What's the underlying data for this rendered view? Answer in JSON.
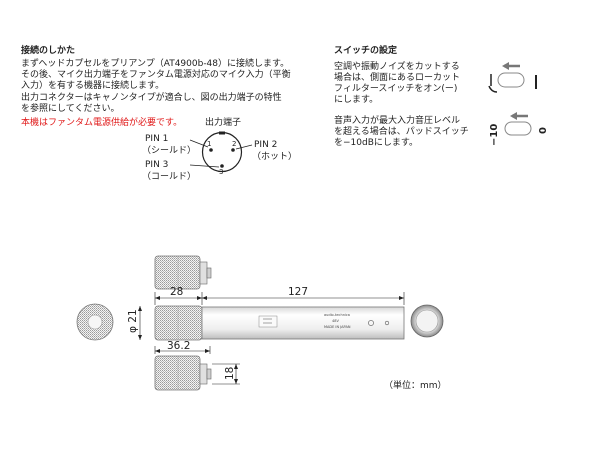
{
  "connection": {
    "heading": "接続のしかた",
    "lines": [
      "まずヘッドカプセルをプリアンプ（AT4900b-48）に接続します。",
      "その後、マイク出力端子をファンタム電源対応のマイク入力（平衡",
      "入力）を有する機器に接続します。",
      "出力コネクターはキャノンタイプが適合し、図の出力端子の特性",
      "を参照にしてください。"
    ],
    "warning": "本機はファンタム電源供給が必要です。",
    "output_label": "出力端子",
    "pin1": "PIN 1",
    "pin1_desc": "（シールド）",
    "pin2": "PIN 2",
    "pin2_desc": "（ホット）",
    "pin3": "PIN 3",
    "pin3_desc": "（コールド）",
    "pin_numbers": [
      "1",
      "2",
      "3"
    ]
  },
  "switch": {
    "heading": "スイッチの設定",
    "lowcut_lines": [
      "空調や振動ノイズをカットする",
      "場合は、側面にあるローカット",
      "フィルタースイッチをオン(ー)",
      "にします。"
    ],
    "pad_lines": [
      "音声入力が最大入力音圧レベル",
      "を超える場合は、パッドスイッチ",
      "を−10dBにします。"
    ],
    "pad_minus_label": "−10",
    "pad_zero_label": "0"
  },
  "dimensions": {
    "head_length": "28",
    "body_length": "127",
    "diameter": "φ 21",
    "alt_length": "36.2",
    "alt_height": "18",
    "unit_note": "（単位：mm）"
  },
  "body_print": {
    "brand": "audio-technica",
    "voltage": "48V",
    "origin": "MADE IN JAPAN"
  }
}
